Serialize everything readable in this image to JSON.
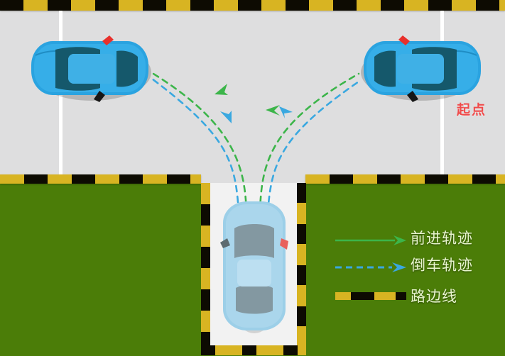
{
  "scene": {
    "title": "parking-maneuver-diagram",
    "road_color": "#dededf",
    "grass_color": "#4b7d08",
    "curb_yellow": "#d8b422",
    "curb_black": "#0d0b02",
    "lane_line_color": "#ffffff",
    "forward_color": "#3cb54a",
    "reverse_color": "#3aa8e0",
    "start_text_color": "#ef4b4b"
  },
  "labels": {
    "start_point": "起点"
  },
  "legend": {
    "items": [
      {
        "label": "前进轨迹",
        "style": "solid-arrow",
        "color": "#3cb54a",
        "icon": "forward-arrow-icon"
      },
      {
        "label": "倒车轨迹",
        "style": "dashed-arrow",
        "color": "#3aa8e0",
        "icon": "reverse-arrow-icon"
      },
      {
        "label": "路边线",
        "style": "striped-bar",
        "color": "#d8b422",
        "icon": "curb-stripe-icon"
      }
    ]
  },
  "cars": [
    {
      "name": "left-car",
      "color": "#2aa3e0",
      "heading": "left",
      "position": "upper-left-lane"
    },
    {
      "name": "right-car",
      "color": "#2aa3e0",
      "heading": "right",
      "position": "upper-right-lane"
    },
    {
      "name": "ego-car",
      "color": "#a9d4ea",
      "heading": "up",
      "position": "parking-bay"
    }
  ],
  "trajectories": [
    {
      "name": "left-forward-path",
      "type": "forward",
      "color": "#3cb54a",
      "dashed": true,
      "direction": "up-right"
    },
    {
      "name": "left-reverse-path",
      "type": "reverse",
      "color": "#3aa8e0",
      "dashed": true,
      "direction": "down-left"
    },
    {
      "name": "right-forward-path",
      "type": "forward",
      "color": "#3cb54a",
      "dashed": true,
      "direction": "left"
    },
    {
      "name": "right-reverse-path",
      "type": "reverse",
      "color": "#3aa8e0",
      "dashed": true,
      "direction": "down-left"
    }
  ]
}
